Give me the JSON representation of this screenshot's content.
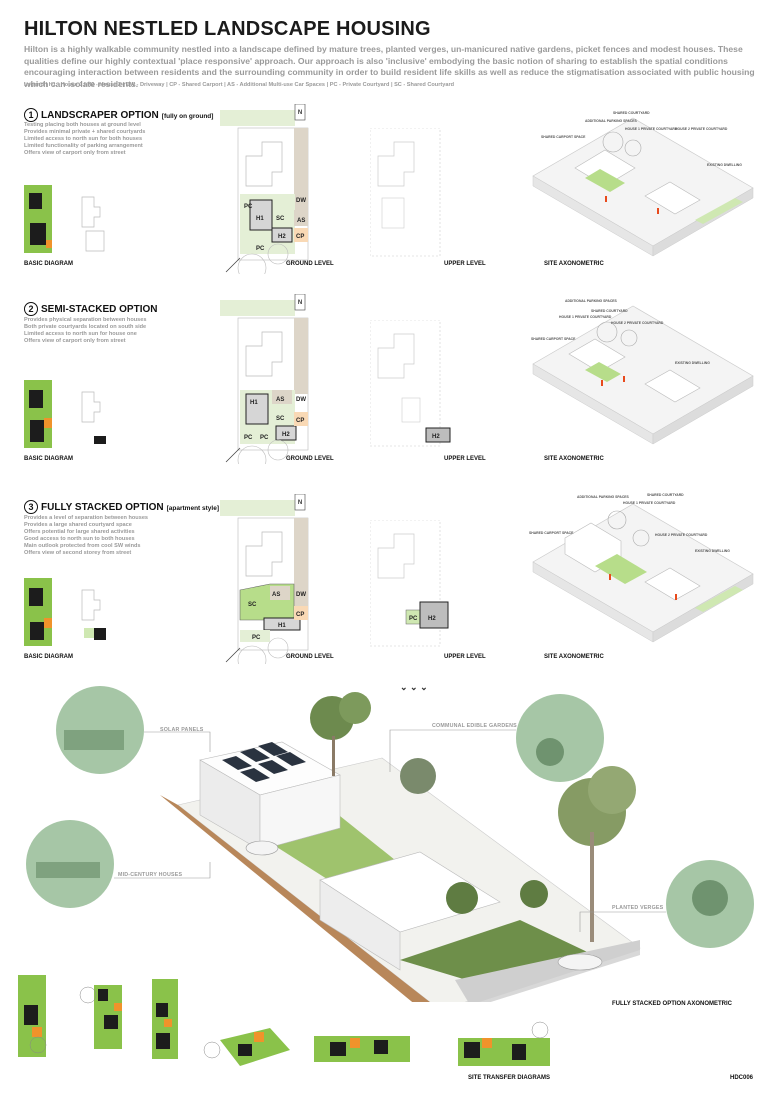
{
  "title": "HILTON NESTLED LANDSCAPE HOUSING",
  "intro": "Hilton is a highly walkable community nestled into a landscape defined by mature trees, planted verges, un-manicured native gardens, picket fences and modest houses. These qualities define our highly contextual 'place responsive' approach. Our approach is also 'inclusive' embodying the basic notion of sharing to establish the spatial conditions encouraging interaction between residents and the surrounding community in order to build resident life skills as well as reduce the stigmatisation associated with public housing which can isolate residents.",
  "legend": "Legend  |  H1 - House 1  |  H2 - House 2  |  DW - Driveway  |  CP - Shared Carport  |  AS - Additional Multi-use Car Spaces  |  PC - Private Courtyard  |  SC - Shared Courtyard",
  "options": [
    {
      "num": "1",
      "title": "LANDSCRAPER OPTION",
      "subtitle": "[fully on ground]",
      "bullets": [
        "Testing placing both houses at ground level",
        "Provides minimal private + shared courtyards",
        "Limited access to north sun for both houses",
        "Limited functionality of parking arrangement",
        "Offers view of carport only from street"
      ],
      "captions": {
        "basic": "BASIC DIAGRAM",
        "ground": "GROUND LEVEL",
        "upper": "UPPER LEVEL",
        "axo": "SITE AXONOMETRIC"
      },
      "ground_labels": {
        "pc_a": "PC",
        "h1": "H1",
        "sc": "SC",
        "dw": "DW",
        "as": "AS",
        "h2": "H2",
        "cp": "CP",
        "pc_b": "PC"
      },
      "axo_notes": [
        "SHARED COURTYARD",
        "ADDITIONAL PARKING SPACES",
        "HOUSE 1 PRIVATE COURTYARD",
        "HOUSE 2 PRIVATE COURTYARD",
        "SHARED CARPORT SPACE",
        "EXISTING DWELLING"
      ]
    },
    {
      "num": "2",
      "title": "SEMI-STACKED OPTION",
      "subtitle": "",
      "bullets": [
        "Provides physical separation between houses",
        "Both private courtyards located on south side",
        "Limited access to north sun for house one",
        "Offers view of carport only from street"
      ],
      "captions": {
        "basic": "BASIC DIAGRAM",
        "ground": "GROUND LEVEL",
        "upper": "UPPER LEVEL",
        "axo": "SITE AXONOMETRIC"
      },
      "ground_labels": {
        "h1": "H1",
        "as": "AS",
        "dw": "DW",
        "sc": "SC",
        "cp": "CP",
        "pc_a": "PC",
        "pc_b": "PC",
        "h2": "H2"
      },
      "upper_labels": {
        "h2": "H2"
      },
      "axo_notes": [
        "ADDITIONAL PARKING SPACES",
        "SHARED COURTYARD",
        "HOUSE 1 PRIVATE COURTYARD",
        "HOUSE 2 PRIVATE COURTYARD",
        "SHARED CARPORT SPACE",
        "EXISTING DWELLING"
      ]
    },
    {
      "num": "3",
      "title": "FULLY STACKED OPTION",
      "subtitle": "[apartment style]",
      "bullets": [
        "Provides a level of separation between houses",
        "Provides a large shared courtyard space",
        "Offers potential for large shared activities",
        "Good access to north sun to both houses",
        "Main outlook protected from cool SW winds",
        "Offers view of second storey from street"
      ],
      "captions": {
        "basic": "BASIC DIAGRAM",
        "ground": "GROUND LEVEL",
        "upper": "UPPER LEVEL",
        "axo": "SITE AXONOMETRIC"
      },
      "ground_labels": {
        "as": "AS",
        "dw": "DW",
        "sc": "SC",
        "cp": "CP",
        "h1": "H1",
        "pc": "PC"
      },
      "upper_labels": {
        "pc": "PC",
        "h2": "H2"
      },
      "axo_notes": [
        "ADDITIONAL PARKING SPACES",
        "HOUSE 1 PRIVATE COURTYARD",
        "SHARED COURTYARD",
        "SHARED CARPORT SPACE",
        "HOUSE 2 PRIVATE COURTYARD",
        "EXISTING DWELLING"
      ]
    }
  ],
  "render": {
    "callouts": {
      "solar": "SOLAR PANELS",
      "edible": "COMMUNAL EDIBLE GARDENS",
      "midcentury": "MID-CENTURY HOUSES",
      "verges": "PLANTED VERGES"
    },
    "caption": "FULLY STACKED OPTION AXONOMETRIC"
  },
  "transfer_caption": "SITE TRANSFER DIAGRAMS",
  "sheet_code": "HDC006",
  "north_label": "N",
  "colors": {
    "green": "#8ac24a",
    "orange": "#f0932b",
    "dark": "#1c1c1c",
    "pale_green": "#e4efd6",
    "grey": "#d6d6d6",
    "tan": "#ddd5c8",
    "peach": "#f9d9b5",
    "photo_green": "#a6c6a6"
  }
}
